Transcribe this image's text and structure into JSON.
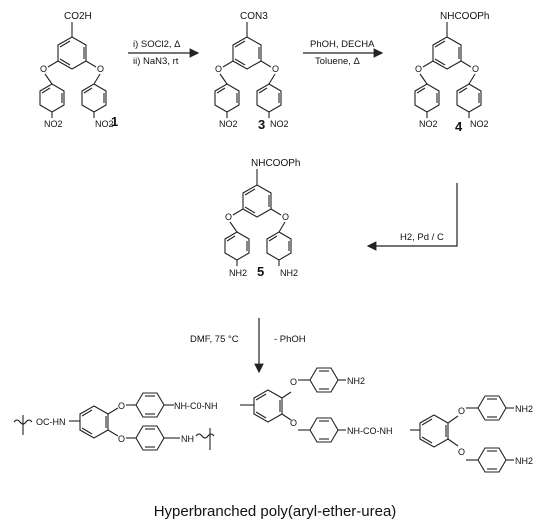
{
  "compounds": {
    "c1": {
      "number": "1",
      "top": "CO2H",
      "substituent": "NO2"
    },
    "c3": {
      "number": "3",
      "top": "CON3",
      "substituent": "NO2"
    },
    "c4": {
      "number": "4",
      "top": "NHCOOPh",
      "substituent": "NO2"
    },
    "c5": {
      "number": "5",
      "top": "NHCOOPh",
      "substituent": "NH2"
    }
  },
  "atoms": {
    "oxygen": "O"
  },
  "steps": {
    "step1_line1": "i) SOCl2, Δ",
    "step1_line2": "ii) NaN3, rt",
    "step2_line1": "PhOH, DECHA",
    "step2_line2": "Toluene, Δ",
    "step3": "H2, Pd / C",
    "step4_line1": "DMF, 75 °C",
    "step4_line2": "- PhOH"
  },
  "polymer": {
    "left_end": "OC-HN",
    "linker": "NH-C0-NH",
    "linker2": "NH-CO-NH",
    "nh_end": "NH",
    "amine": "NH2",
    "title": "Hyperbranched poly(aryl-ether-urea)"
  }
}
